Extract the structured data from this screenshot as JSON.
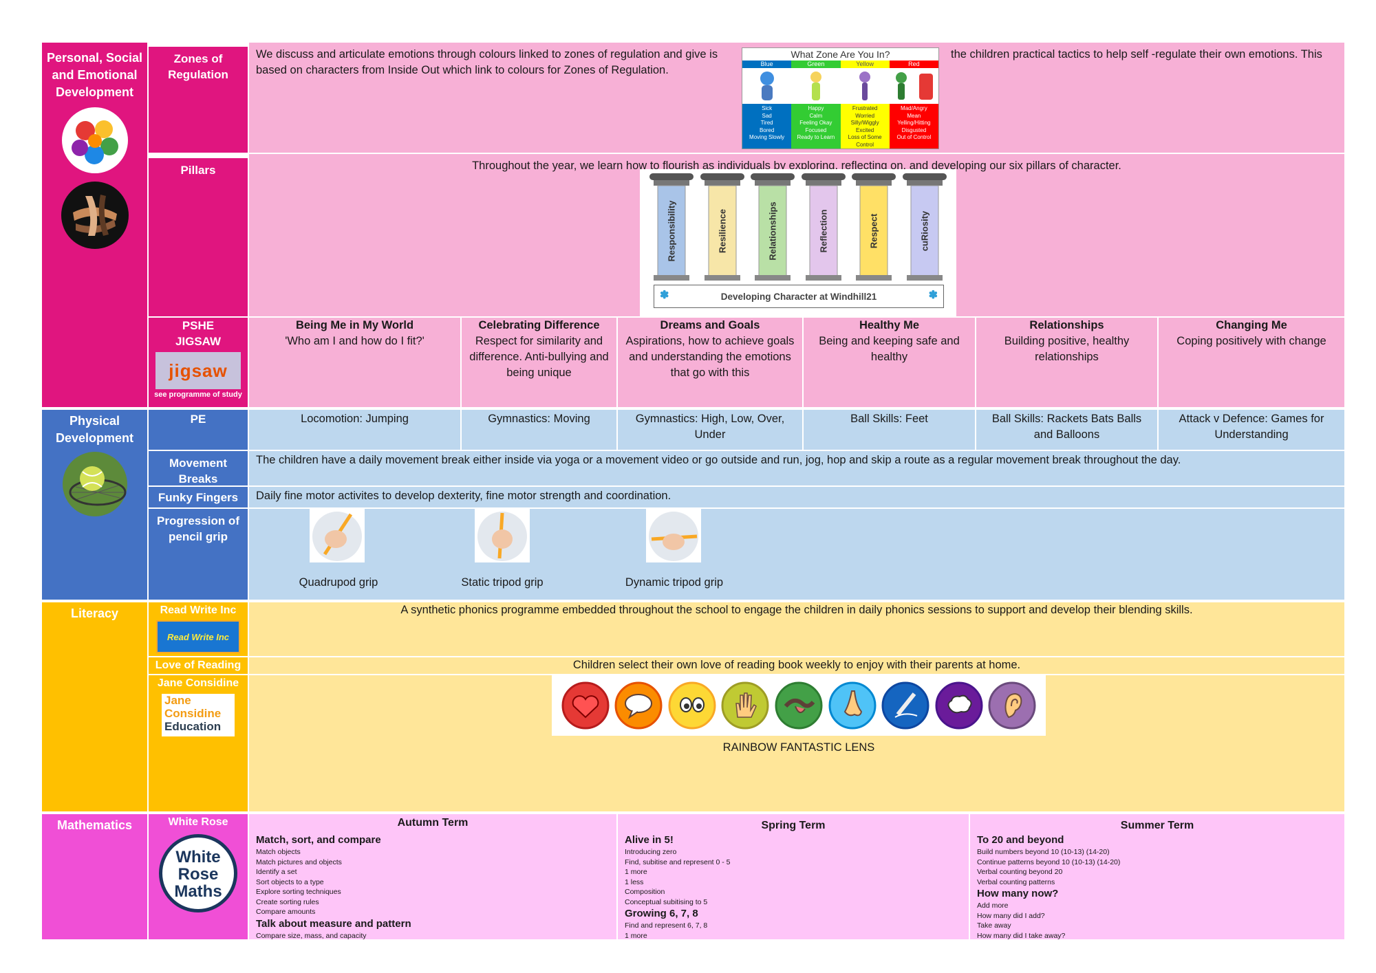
{
  "pse": {
    "section": "Personal, Social and Emotional Development",
    "zones": {
      "label": "Zones of Regulation",
      "text1": "We discuss and articulate emotions through colours linked to zones of regulation and give is based on characters from Inside Out which link to colours for Zones of Regulation.",
      "text2": "the children practical tactics to help self -regulate their own emotions. This",
      "chart": {
        "title": "What Zone Are You In?",
        "zones": [
          {
            "name": "Blue",
            "color": "#0070c0",
            "words": [
              "Sick",
              "Sad",
              "Tired",
              "Bored",
              "Moving Slowly"
            ]
          },
          {
            "name": "Green",
            "color": "#33cc33",
            "words": [
              "Happy",
              "Calm",
              "Feeling Okay",
              "Focused",
              "Ready to Learn"
            ]
          },
          {
            "name": "Yellow",
            "color": "#ffff00",
            "words": [
              "Frustrated",
              "Worried",
              "Silly/Wiggly",
              "Excited",
              "Loss of Some Control"
            ]
          },
          {
            "name": "Red",
            "color": "#ff0000",
            "words": [
              "Mad/Angry",
              "Mean",
              "Yelling/Hitting",
              "Disgusted",
              "Out of Control"
            ]
          }
        ]
      }
    },
    "pillars": {
      "label": "Pillars",
      "text": "Throughout the year, we learn how to flourish as individuals by exploring, reflecting on, and developing our six pillars of character.",
      "items": [
        {
          "name": "Responsibility",
          "color": "#a9c4e8"
        },
        {
          "name": "Resilience",
          "color": "#f7e6a8"
        },
        {
          "name": "Relationships",
          "color": "#b9e0a6"
        },
        {
          "name": "Reflection",
          "color": "#e3c6ec"
        },
        {
          "name": "Respect",
          "color": "#ffe066"
        },
        {
          "name": "cuRiosity",
          "color": "#c7c9f2"
        }
      ],
      "banner": "Developing Character at Windhill21"
    },
    "pshe": {
      "label1": "PSHE",
      "label2": "JIGSAW",
      "logo": "jigsaw",
      "note": "see programme of study",
      "units": [
        {
          "title": "Being Me in My World",
          "desc": "'Who am I and how do I fit?'"
        },
        {
          "title": "Celebrating Difference",
          "desc": "Respect for similarity and difference. Anti-bullying and being unique"
        },
        {
          "title": "Dreams and Goals",
          "desc": "Aspirations, how to achieve goals and understanding the emotions that go with this"
        },
        {
          "title": "Healthy Me",
          "desc": "Being and keeping safe and healthy"
        },
        {
          "title": "Relationships",
          "desc": "Building positive, healthy relationships"
        },
        {
          "title": "Changing Me",
          "desc": "Coping positively with change"
        }
      ]
    }
  },
  "physical": {
    "section": "Physical Development",
    "pe": {
      "label": "PE",
      "units": [
        "Locomotion: Jumping",
        "Gymnastics: Moving",
        "Gymnastics: High, Low, Over, Under",
        "Ball Skills: Feet",
        "Ball Skills: Rackets Bats Balls and Balloons",
        "Attack v Defence: Games for Understanding"
      ]
    },
    "movement": {
      "label": "Movement Breaks",
      "text": "The children have a daily movement break either inside via yoga or a movement video or go outside and run, jog, hop and skip a route as a regular movement break throughout the day."
    },
    "funky": {
      "label": "Funky Fingers",
      "text": "Daily fine motor activites to develop dexterity, fine motor strength and coordination."
    },
    "grip": {
      "label": "Progression of pencil grip",
      "items": [
        "Quadrupod grip",
        "Static tripod grip",
        "Dynamic tripod grip"
      ]
    }
  },
  "literacy": {
    "section": "Literacy",
    "rwi": {
      "label": "Read Write Inc",
      "logo": "Read Write Inc",
      "text": "A synthetic phonics programme embedded throughout the school to engage the children in daily phonics sessions to support and develop their blending skills."
    },
    "love": {
      "label": "Love of Reading",
      "text": "Children select their own love of reading book weekly to enjoy with their parents at home."
    },
    "jane": {
      "label": "Jane Considine",
      "logo": [
        "Jane",
        "Considine",
        "Education"
      ],
      "lens_caption": "RAINBOW FANTASTIC LENS",
      "lenses": [
        {
          "icon": "heart-icon",
          "color": "#e53935"
        },
        {
          "icon": "speech-bubble-icon",
          "color": "#fb8c00"
        },
        {
          "icon": "eyes-icon",
          "color": "#fdd835"
        },
        {
          "icon": "hand-icon",
          "color": "#c0ca33"
        },
        {
          "icon": "tongue-icon",
          "color": "#43a047"
        },
        {
          "icon": "nose-icon",
          "color": "#4fc3f7"
        },
        {
          "icon": "pen-icon",
          "color": "#1565c0"
        },
        {
          "icon": "thought-cloud-icon",
          "color": "#6a1b9a"
        },
        {
          "icon": "ear-icon",
          "color": "#9c6fb0"
        }
      ]
    }
  },
  "maths": {
    "section": "Mathematics",
    "label": "White Rose",
    "logo": [
      "White",
      "Rose",
      "Maths"
    ],
    "terms": [
      {
        "title": "Autumn Term",
        "blocks": [
          {
            "heading": "Match, sort, and compare",
            "items": [
              "Match objects",
              "Match pictures and objects",
              "Identify a set",
              "Sort objects to a type",
              "Explore sorting techniques",
              "Create sorting rules",
              "Compare amounts"
            ]
          },
          {
            "heading": "Talk about measure and pattern",
            "items": [
              "Compare size, mass, and capacity"
            ]
          }
        ]
      },
      {
        "title": "Spring Term",
        "blocks": [
          {
            "heading": "Alive in 5!",
            "items": [
              "Introducing zero",
              "Find, subitise and represent 0 - 5",
              "1 more",
              "1 less",
              "Composition",
              "Conceptual subitising to 5"
            ]
          },
          {
            "heading": "Growing 6, 7, 8",
            "items": [
              "Find and represent 6, 7, 8",
              "1 more"
            ]
          }
        ]
      },
      {
        "title": "Summer Term",
        "blocks": [
          {
            "heading": "To 20 and beyond",
            "items": [
              "Build numbers beyond 10 (10-13) (14-20)",
              "Continue patterns beyond 10 (10-13) (14-20)",
              "Verbal counting beyond 20",
              "Verbal counting patterns"
            ]
          },
          {
            "heading": "How many now?",
            "items": [
              "Add more",
              "How many did I add?",
              "Take away",
              "How many did I take away?"
            ]
          }
        ]
      }
    ]
  }
}
